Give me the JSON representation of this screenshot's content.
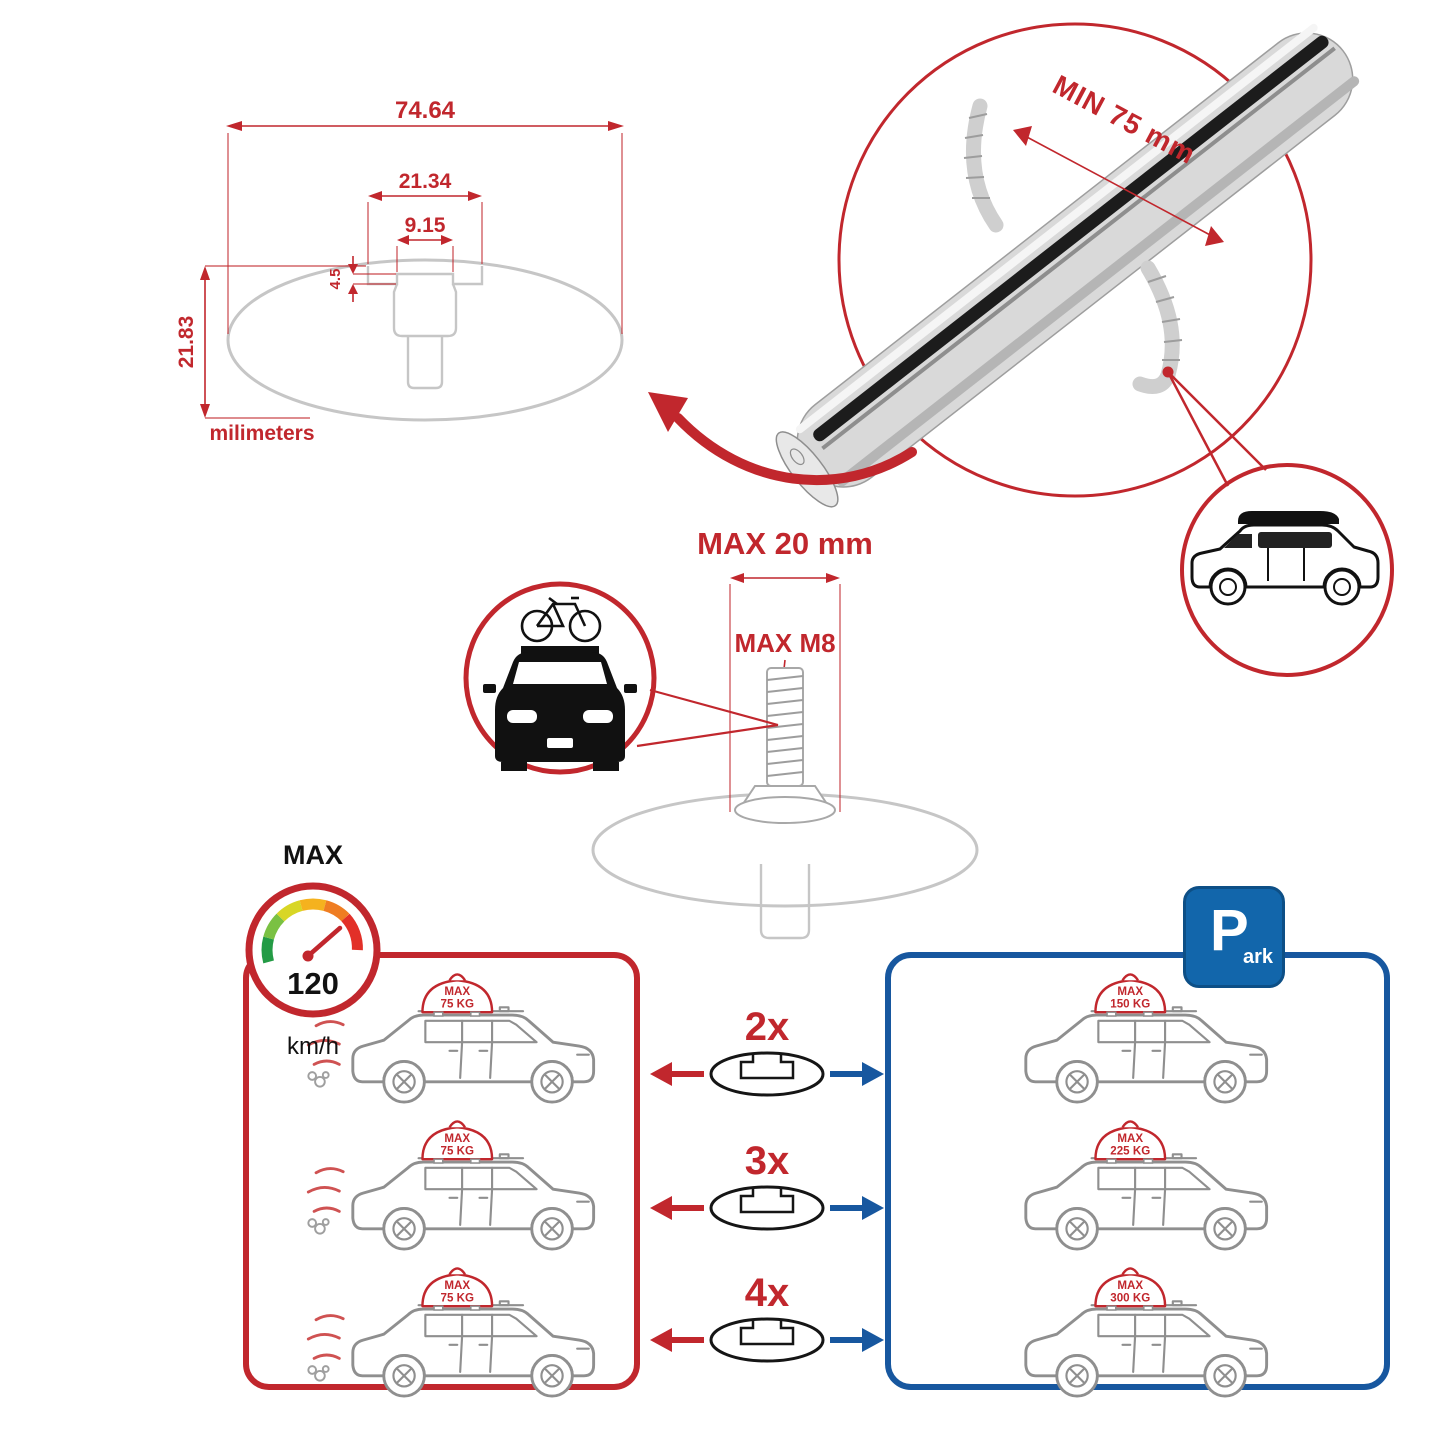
{
  "colors": {
    "red": "#c1272d",
    "blue": "#17579f",
    "sign_blue": "#1266ab",
    "bar_silver": "#d9d9d9",
    "sketch_gray": "#c6c6c6"
  },
  "dimensions": {
    "total_width": "74.64",
    "slot_outer_width": "21.34",
    "slot_inner_width": "9.15",
    "slot_depth": "4.5",
    "total_height": "21.83",
    "units": "milimeters"
  },
  "crossbar": {
    "min_clamp_label": "MIN 75 mm"
  },
  "bolt": {
    "max_length_label": "MAX 20 mm",
    "max_thread_label": "MAX M8"
  },
  "speed": {
    "max_label": "MAX",
    "value": "120",
    "unit": "km/h"
  },
  "left_panel": {
    "cars": [
      {
        "max": "MAX",
        "load": "75 KG"
      },
      {
        "max": "MAX",
        "load": "75 KG"
      },
      {
        "max": "MAX",
        "load": "75 KG"
      }
    ]
  },
  "right_panel": {
    "sign": {
      "letter": "P",
      "suffix": "ark"
    },
    "cars": [
      {
        "max": "MAX",
        "load": "150 KG"
      },
      {
        "max": "MAX",
        "load": "225 KG"
      },
      {
        "max": "MAX",
        "load": "300 KG"
      }
    ]
  },
  "quantities": [
    {
      "label": "2x"
    },
    {
      "label": "3x"
    },
    {
      "label": "4x"
    }
  ]
}
